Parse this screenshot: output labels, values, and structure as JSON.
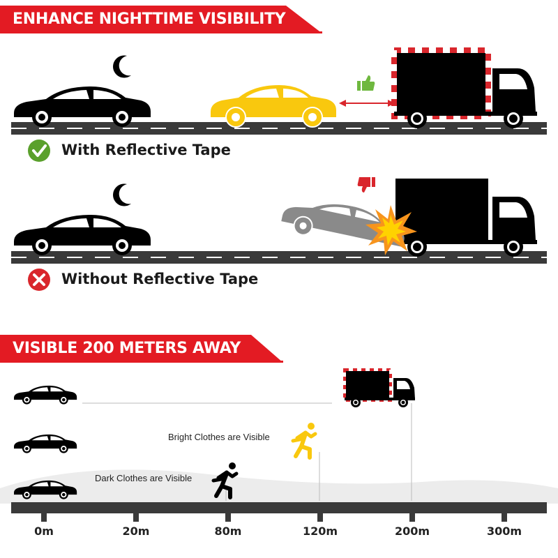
{
  "banner_top": {
    "title": "ENHANCE NIGHTTIME VISIBILITY"
  },
  "scene_with": {
    "label": "With Reflective Tape",
    "status_icon": "check-circle-icon"
  },
  "scene_without": {
    "label": "Without Reflective Tape",
    "status_icon": "x-circle-icon"
  },
  "banner_bottom": {
    "title": "VISIBLE 200 METERS AWAY"
  },
  "distance_chart": {
    "bright_label": "Bright Clothes are Visible",
    "dark_label": "Dark Clothes are Visible",
    "ticks": [
      "0m",
      "20m",
      "80m",
      "120m",
      "200m",
      "300m"
    ]
  },
  "colors": {
    "brand_red": "#e31b23",
    "yellow_car": "#f9c80e",
    "road": "#3a3a3a",
    "check_green": "#5aa02c",
    "thumbs_up": "#6fb83f",
    "thumbs_down": "#d9262c",
    "crash_car": "#8a8a8a"
  }
}
